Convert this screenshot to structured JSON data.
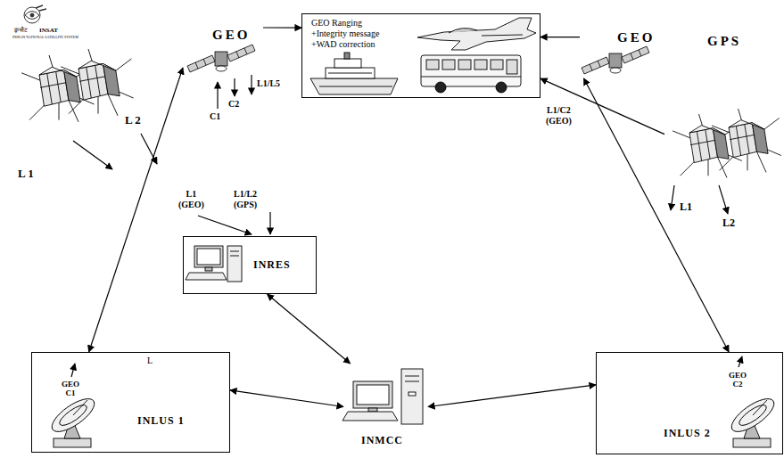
{
  "diagram": {
    "nodes": [
      {
        "text": [
          "GEO"
        ]
      },
      {
        "text": [
          "GEO Ranging",
          "+Integrity message",
          "+WAD correction"
        ]
      },
      {
        "text": [
          "GEO"
        ]
      },
      {
        "text": [
          "GPS"
        ]
      },
      {
        "text": [
          "INRES"
        ]
      },
      {
        "text": [
          "GEO C1",
          "INLUS 1"
        ]
      },
      {
        "text": [
          "INMCC"
        ]
      },
      {
        "text": [
          "GEO C2",
          "INLUS 2"
        ]
      }
    ],
    "edges": [
      {
        "from": 0,
        "to": 1,
        "arrow": "to"
      },
      {
        "from": 2,
        "to": 1,
        "arrow": "to"
      },
      {
        "from": 3,
        "to": 1,
        "arrow": "to"
      },
      {
        "from": 0,
        "to": 5,
        "arrow": "both"
      },
      {
        "from": 2,
        "to": 7,
        "arrow": "both"
      },
      {
        "from": 4,
        "to": 6,
        "arrow": "both"
      },
      {
        "from": 5,
        "to": 6,
        "arrow": "both"
      },
      {
        "from": 6,
        "to": 7,
        "arrow": "both"
      }
    ],
    "labels": [
      "इन्सैट",
      "INSAT",
      "INDIAN NATIONAL SATELLITE SYSTEM",
      "L 1",
      "L 2",
      "C1",
      "C2",
      "L1/L5",
      "L1 (GEO)",
      "L1/L2 (GPS)",
      "L1/C2 (GEO)",
      "L1",
      "L2",
      "L"
    ]
  }
}
